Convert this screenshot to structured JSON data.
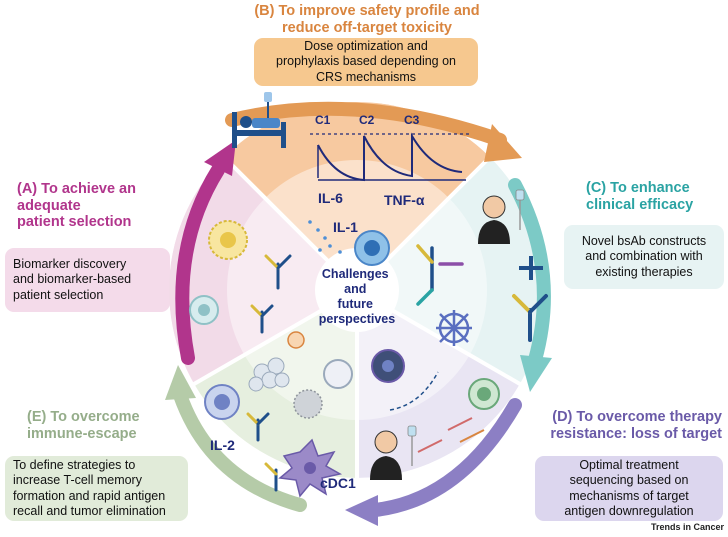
{
  "colors": {
    "a": "#b1358c",
    "a_box": "#f4dbea",
    "b": "#d9853f",
    "b_box": "#f6c88f",
    "c": "#2aa3a3",
    "c_box": "#e7f3f3",
    "d": "#6a5aa8",
    "d_box": "#dcd6ee",
    "e": "#95ad8a",
    "e_box": "#e1ebd9"
  },
  "sections": {
    "b": {
      "title": [
        "(B) To improve safety profile and",
        "reduce off-target toxicity"
      ],
      "box": [
        "Dose optimization and",
        "prophylaxis based depending on",
        "CRS mechanisms"
      ]
    },
    "a": {
      "title": [
        "(A) To achieve an",
        "adequate",
        "patient selection"
      ],
      "box": [
        "Biomarker discovery",
        "and biomarker-based",
        "patient selection"
      ]
    },
    "c": {
      "title": [
        "(C) To enhance",
        "clinical efficacy"
      ],
      "box": [
        "Novel bsAb constructs",
        "and combination with",
        "existing therapies"
      ]
    },
    "d": {
      "title": [
        "(D) To overcome therapy",
        "resistance: loss of target"
      ],
      "box": [
        "Optimal treatment",
        "sequencing based on",
        "mechanisms of target",
        "antigen downregulation"
      ]
    },
    "e": {
      "title": [
        "(E) To overcome",
        "immune-escape"
      ],
      "box": [
        "To define strategies to",
        "increase T-cell memory",
        "formation and rapid antigen",
        "recall and tumor elimination"
      ]
    }
  },
  "center": [
    "Challenges",
    "and",
    "future",
    "perspectives"
  ],
  "labels": {
    "c1": "C1",
    "c2": "C2",
    "c3": "C3",
    "il6": "IL-6",
    "il1": "IL-1",
    "tnf": "TNF-α",
    "il2": "IL-2",
    "cdc1": "cDC1"
  },
  "credit": "Trends in Cancer"
}
